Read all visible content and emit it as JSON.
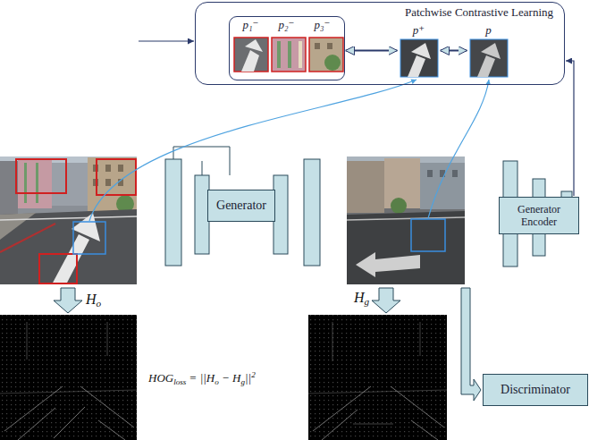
{
  "diagram": {
    "nodes": [
      {
        "text": [
          "Patchwise Contrastive Learning"
        ]
      },
      {
        "text": [
          "p₁⁻",
          "p₂⁻",
          "p₃⁻"
        ],
        "in": 0
      },
      {
        "text": [
          "p⁺"
        ],
        "in": 0
      },
      {
        "text": [
          "p"
        ],
        "in": 0
      },
      {
        "text": [
          "Generator"
        ]
      },
      {
        "text": [
          "Generator Encoder"
        ]
      },
      {
        "text": [
          "Discriminator"
        ]
      }
    ],
    "edges": [
      {
        "from": 1,
        "to": 2,
        "arrow": "both"
      },
      {
        "from": 2,
        "to": 3,
        "arrow": "both"
      },
      {
        "from": 5,
        "to": 0,
        "arrow": "to"
      }
    ],
    "labels": [
      "H",
      "o",
      "H",
      "g",
      "HOG",
      "loss",
      "=",
      "||H",
      "o",
      "−",
      "H",
      "g",
      "||",
      "2"
    ]
  }
}
